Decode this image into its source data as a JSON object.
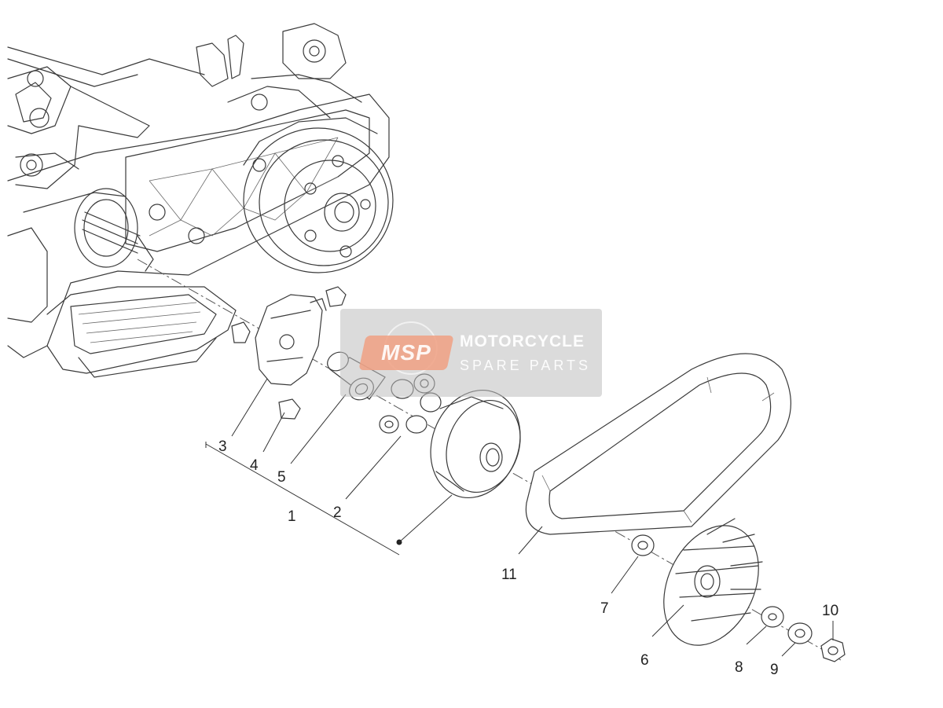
{
  "diagram": {
    "callouts": [
      {
        "id": "1",
        "label": "1"
      },
      {
        "id": "2",
        "label": "2"
      },
      {
        "id": "3",
        "label": "3"
      },
      {
        "id": "4",
        "label": "4"
      },
      {
        "id": "5",
        "label": "5"
      },
      {
        "id": "6",
        "label": "6"
      },
      {
        "id": "7",
        "label": "7"
      },
      {
        "id": "8",
        "label": "8"
      },
      {
        "id": "9",
        "label": "9"
      },
      {
        "id": "10",
        "label": "10"
      },
      {
        "id": "11",
        "label": "11"
      }
    ]
  },
  "watermark": {
    "logo": "MSP",
    "title": "MOTORCYCLE",
    "subtitle": "SPARE PARTS"
  },
  "colors": {
    "line": "#3a3a3a",
    "watermark_bg": "#bebebe",
    "watermark_logo": "#f0a082"
  }
}
